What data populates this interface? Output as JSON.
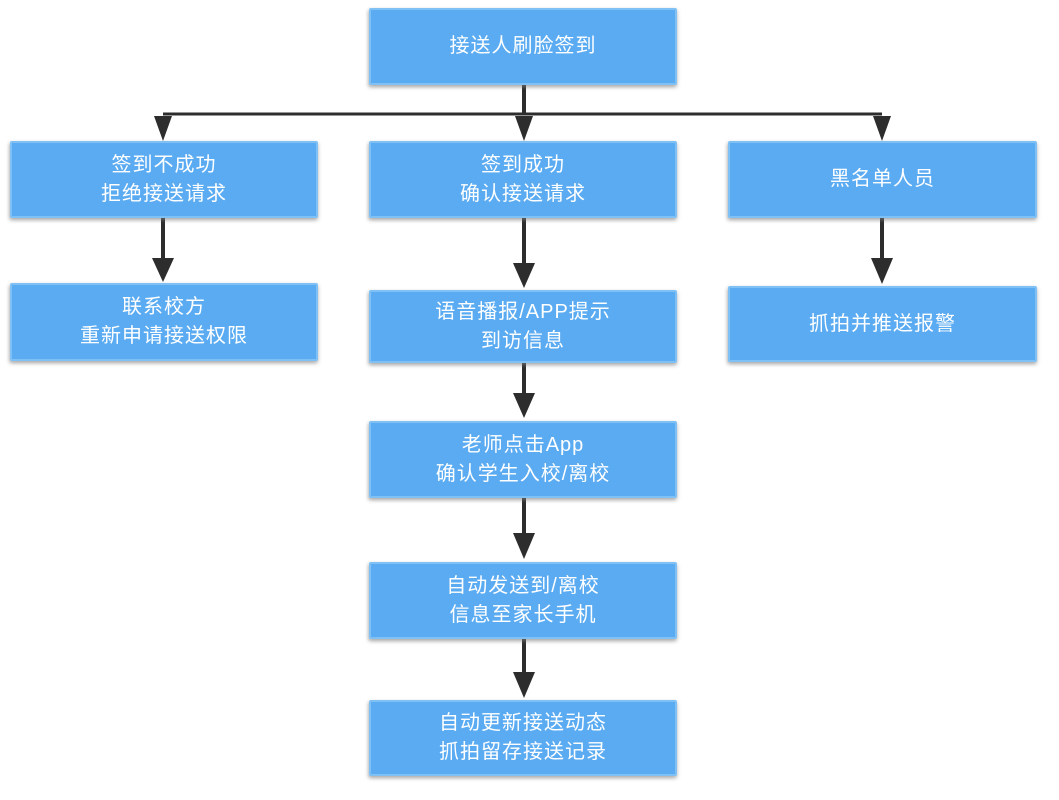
{
  "flowchart": {
    "description": "School pick-up face-recognition sign-in flowchart",
    "colors": {
      "background": "#ffffff",
      "node_fill": "#5aabf2",
      "node_border": "#7fc1f5",
      "node_text": "#ffffff",
      "arrow": "#2d2d2d"
    },
    "nodes": {
      "start": {
        "lines": [
          "接送人刷脸签到"
        ]
      },
      "fail": {
        "lines": [
          "签到不成功",
          "拒绝接送请求"
        ]
      },
      "success": {
        "lines": [
          "签到成功",
          "确认接送请求"
        ]
      },
      "blacklist": {
        "lines": [
          "黑名单人员"
        ]
      },
      "contact": {
        "lines": [
          "联系校方",
          "重新申请接送权限"
        ]
      },
      "broadcast": {
        "lines": [
          "语音播报/APP提示",
          "到访信息"
        ]
      },
      "teacher": {
        "lines": [
          "老师点击App",
          "确认学生入校/离校"
        ]
      },
      "notify": {
        "lines": [
          "自动发送到/离校",
          "信息至家长手机"
        ]
      },
      "record": {
        "lines": [
          "自动更新接送动态",
          "抓拍留存接送记录"
        ]
      },
      "alarm": {
        "lines": [
          "抓拍并推送报警"
        ]
      }
    },
    "edges": [
      {
        "from": "start",
        "to": "fail"
      },
      {
        "from": "start",
        "to": "success"
      },
      {
        "from": "start",
        "to": "blacklist"
      },
      {
        "from": "fail",
        "to": "contact"
      },
      {
        "from": "success",
        "to": "broadcast"
      },
      {
        "from": "broadcast",
        "to": "teacher"
      },
      {
        "from": "teacher",
        "to": "notify"
      },
      {
        "from": "notify",
        "to": "record"
      },
      {
        "from": "blacklist",
        "to": "alarm"
      }
    ]
  }
}
